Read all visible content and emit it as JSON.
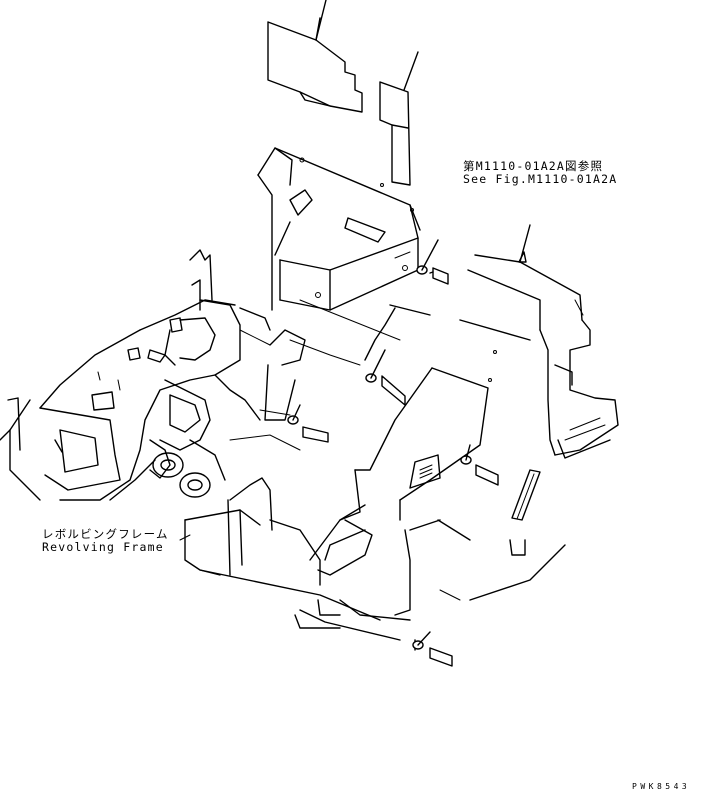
{
  "labels": {
    "reference_jp": "第M1110-01A2A図参照",
    "reference_en": "See Fig.M1110-01A2A",
    "frame_jp": "レボルビングフレーム",
    "frame_en": "Revolving Frame",
    "drawing_code": "PWK8543"
  },
  "colors": {
    "line": "#000000",
    "background": "#ffffff"
  }
}
